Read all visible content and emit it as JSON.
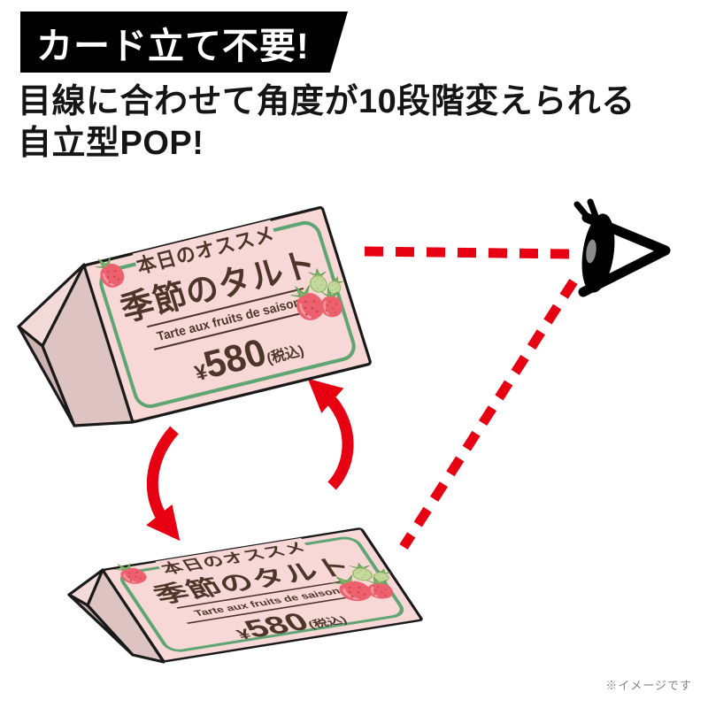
{
  "banner": {
    "label": "カード立て不要!"
  },
  "heading": {
    "line1": "目線に合わせて角度が10段階変えられる",
    "line2": "自立型POP!"
  },
  "card": {
    "title": "本日のオススメ",
    "product": "季節のタルト",
    "subtitle_fr": "Tarte aux fruits de saison",
    "price_symbol": "¥",
    "price": "580",
    "price_tax": "(税込)"
  },
  "note": "※イメージです",
  "diagram": {
    "steps_text": "10段階",
    "elements": [
      "upper-pop-card",
      "lower-pop-card",
      "eye",
      "sight-lines",
      "rotation-arrows"
    ]
  },
  "colors": {
    "banner_bg": "#000000",
    "banner_text": "#ffffff",
    "accent_red": "#e60012",
    "card_pink": "#f8d8d6",
    "card_side_light": "#f2dad8",
    "card_side_medium": "#ddc4c2",
    "card_side_dark": "#cdb4b2",
    "border_green": "#5fa573",
    "card_text_brown": "#4e3529",
    "note_gray": "#828282"
  }
}
